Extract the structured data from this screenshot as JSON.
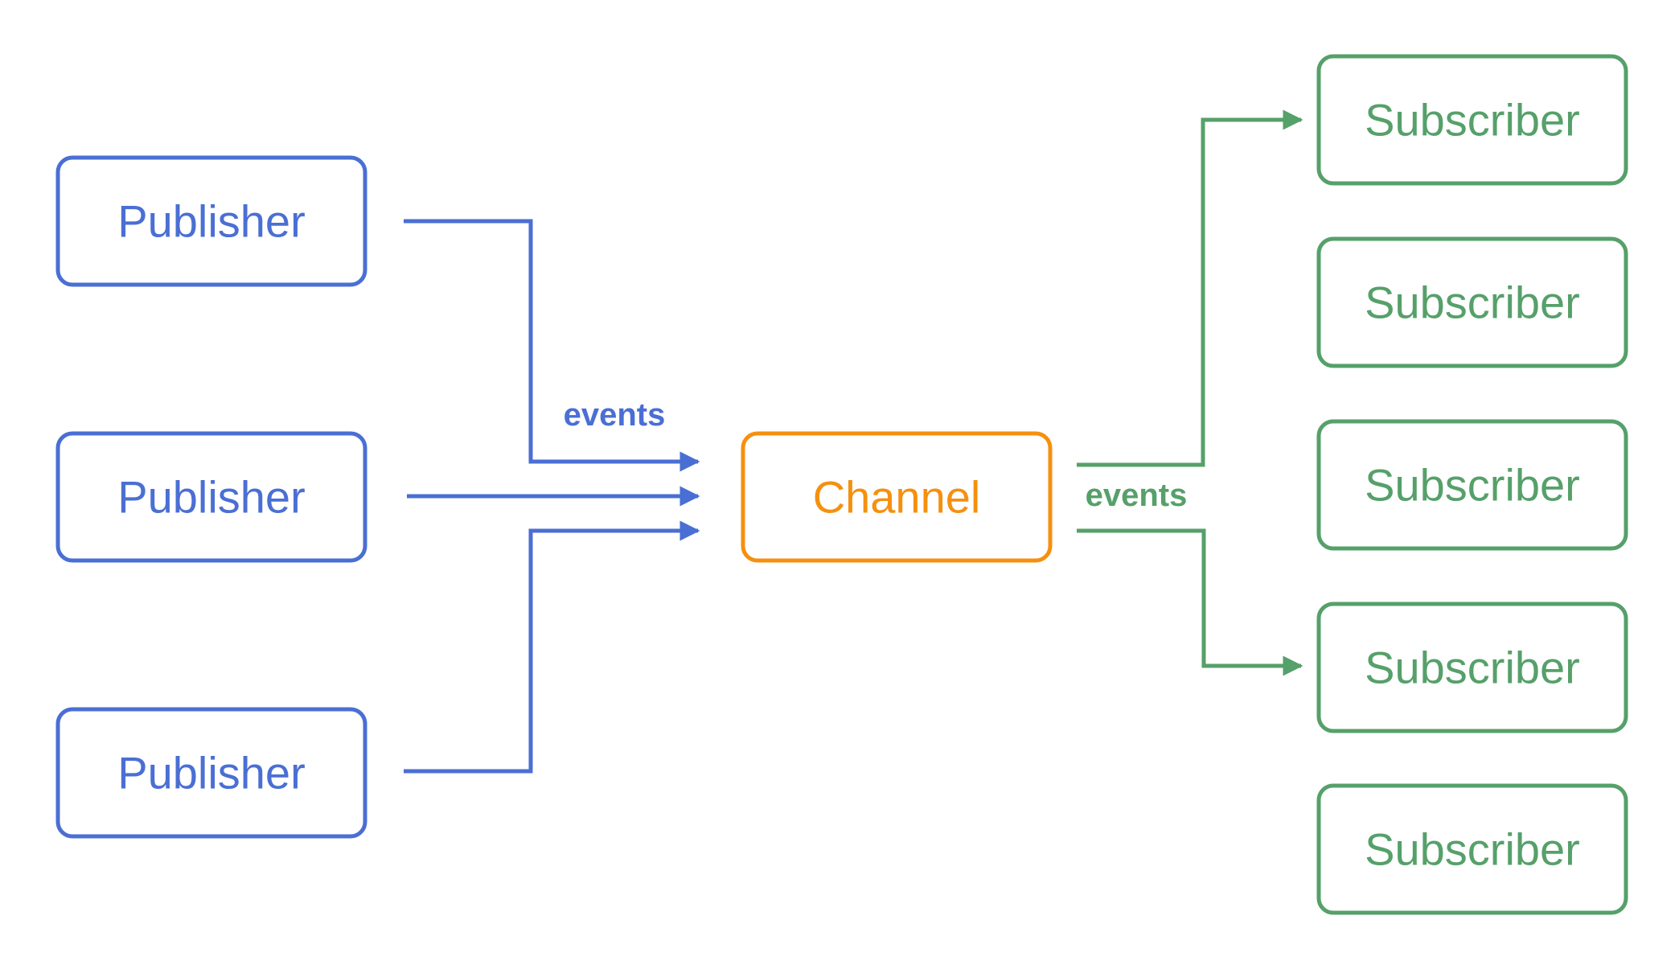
{
  "colors": {
    "publisher": "#4a6fd4",
    "channel": "#f5900f",
    "subscriber": "#56a06a"
  },
  "publishers": [
    {
      "label": "Publisher"
    },
    {
      "label": "Publisher"
    },
    {
      "label": "Publisher"
    }
  ],
  "channel": {
    "label": "Channel"
  },
  "subscribers": [
    {
      "label": "Subscriber"
    },
    {
      "label": "Subscriber"
    },
    {
      "label": "Subscriber"
    },
    {
      "label": "Subscriber"
    },
    {
      "label": "Subscriber"
    }
  ],
  "edges": {
    "incoming_label": "events",
    "outgoing_label": "events"
  }
}
